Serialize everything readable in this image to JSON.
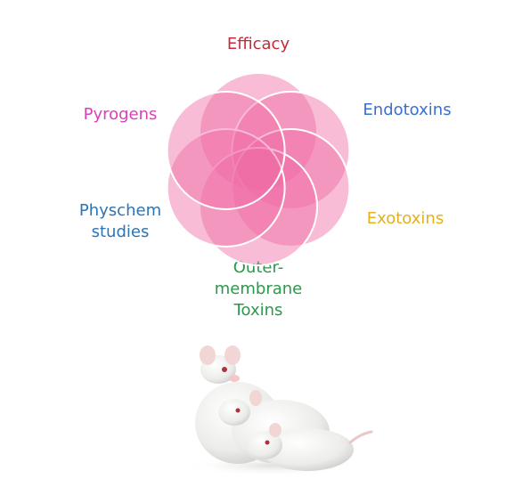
{
  "labels": {
    "efficacy": {
      "text": "Efficacy",
      "color": "#c62a3a"
    },
    "endotoxins": {
      "text": "Endotoxins",
      "color": "#3b6fcf"
    },
    "pyrogens": {
      "text": "Pyrogens",
      "color": "#d93fb8"
    },
    "physchem": {
      "lines": [
        "Physchem",
        "studies"
      ],
      "color": "#2a74b8"
    },
    "exotoxins": {
      "text": "Exotoxins",
      "color": "#e4b11c"
    },
    "outer_membrane": {
      "lines": [
        "Outer-",
        "membrane",
        "Toxins"
      ],
      "color": "#2a9a4a"
    }
  },
  "flower": {
    "petal_color": "#f06aa4",
    "petal_count": 6
  },
  "image": {
    "subject": "white-laboratory-mice"
  }
}
